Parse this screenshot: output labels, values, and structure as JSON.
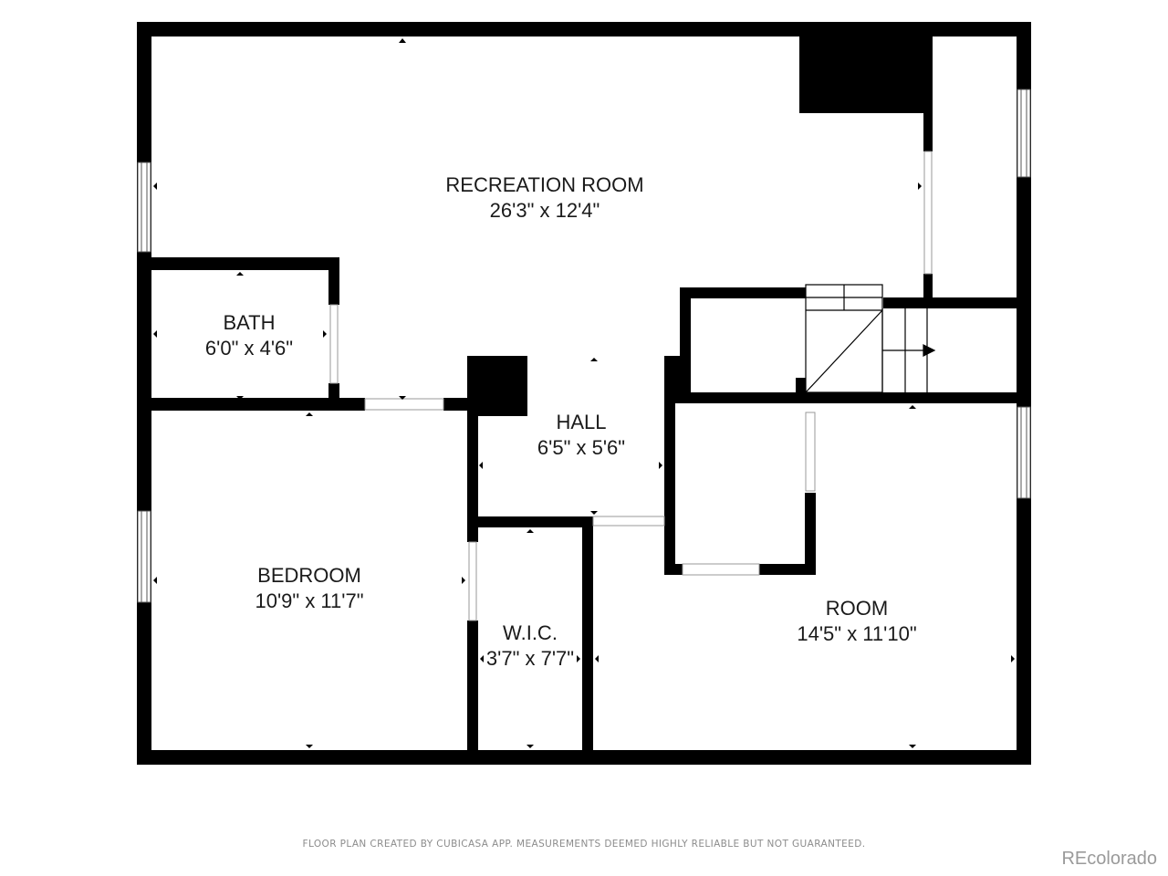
{
  "rooms": {
    "recreation": {
      "name": "RECREATION ROOM",
      "size": "26'3\" x 12'4\""
    },
    "bath": {
      "name": "BATH",
      "size": "6'0\" x 4'6\""
    },
    "hall": {
      "name": "HALL",
      "size": "6'5\" x 5'6\""
    },
    "bedroom": {
      "name": "BEDROOM",
      "size": "10'9\" x 11'7\""
    },
    "wic": {
      "name": "W.I.C.",
      "size": "3'7\" x 7'7\""
    },
    "room": {
      "name": "ROOM",
      "size": "14'5\" x 11'10\""
    }
  },
  "footer": {
    "disclaimer": "FLOOR PLAN CREATED BY CUBICASA APP. MEASUREMENTS DEEMED HIGHLY RELIABLE BUT NOT GUARANTEED.",
    "brand": "REcolorado"
  },
  "colors": {
    "wall": "#000000",
    "background": "#ffffff",
    "text": "#1a1a1a",
    "muted": "#8c8c8c"
  }
}
